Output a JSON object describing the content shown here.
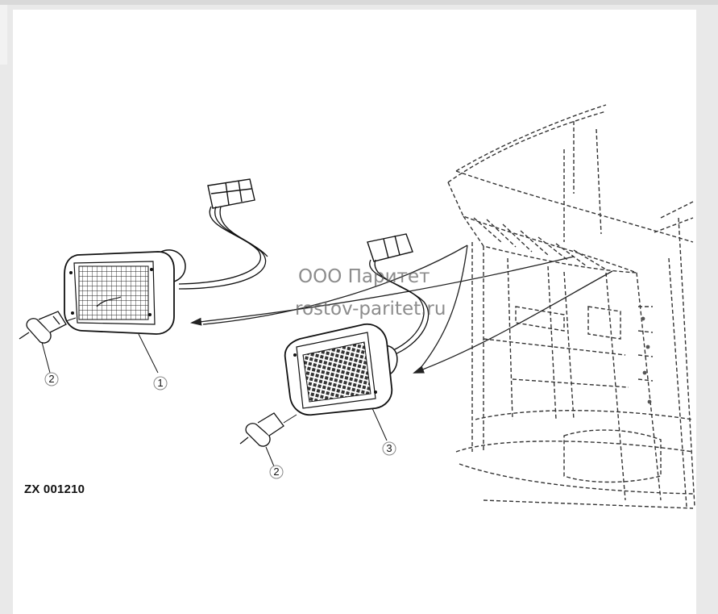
{
  "diagram": {
    "figure_code": "ZX 001210",
    "callouts": {
      "c1": "1",
      "c2a": "2",
      "c2b": "2",
      "c3": "3"
    },
    "watermark": {
      "line1": "ООО Паритет",
      "line2": "rostov-paritet.ru"
    }
  }
}
